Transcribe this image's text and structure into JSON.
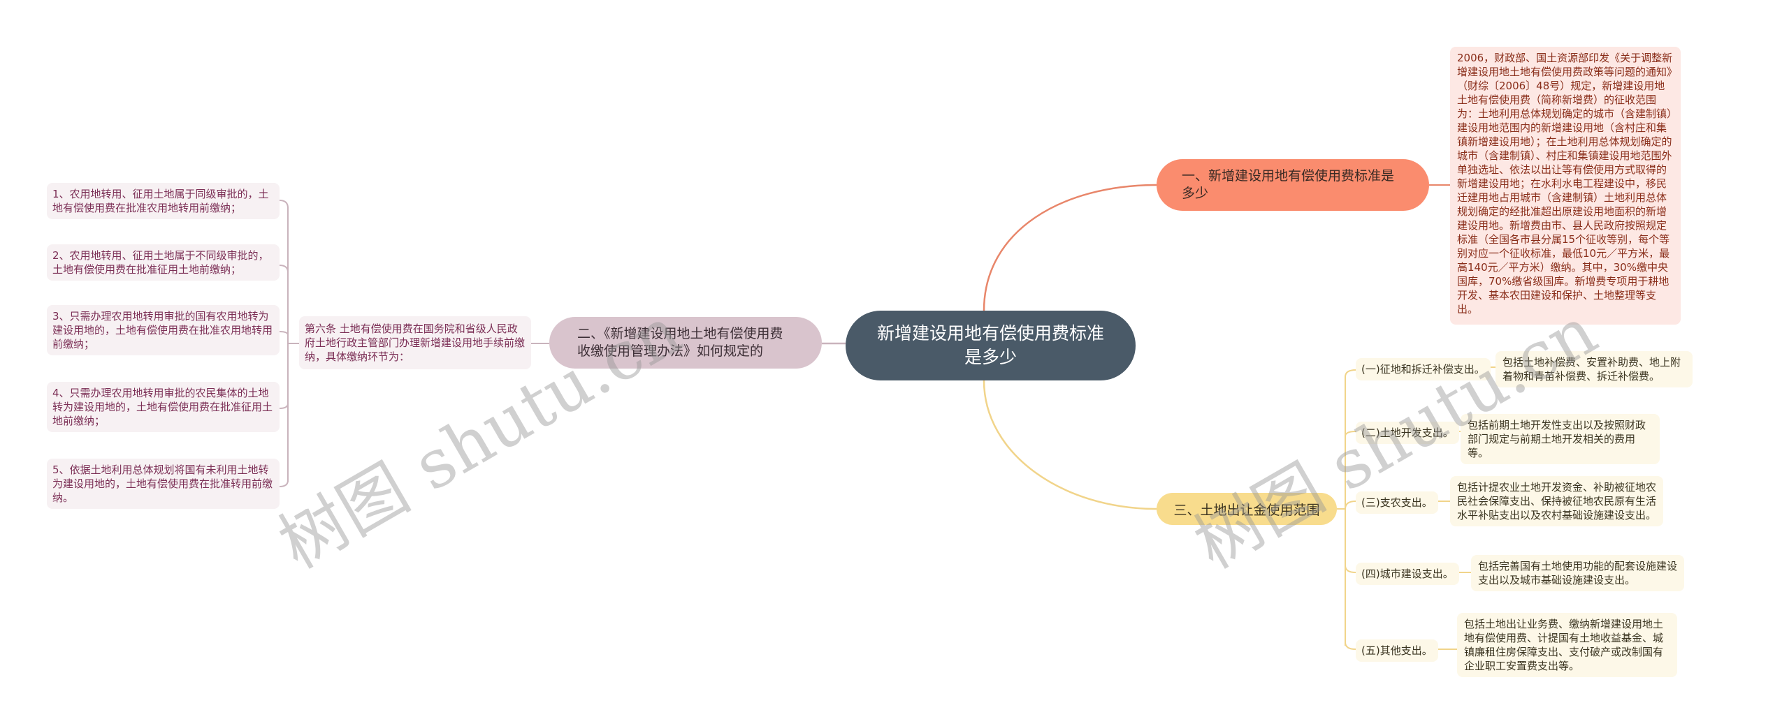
{
  "root": {
    "title": "新增建设用地有偿使用费标准是多少"
  },
  "branches": {
    "b1": {
      "label": "一、新增建设用地有偿使用费标准是多少",
      "detail": "2006，财政部、国土资源部印发《关于调整新增建设用地土地有偿使用费政策等问题的通知》（财综〔2006〕48号）规定，新增建设用地土地有偿使用费（简称新增费）的征收范围为：土地利用总体规划确定的城市（含建制镇）建设用地范围内的新增建设用地（含村庄和集镇新增建设用地）；在土地利用总体规划确定的城市（含建制镇）、村庄和集镇建设用地范围外单独选址、依法以出让等有偿使用方式取得的新增建设用地；在水利水电工程建设中，移民迁建用地占用城市（含建制镇）土地利用总体规划确定的经批准超出原建设用地面积的新增建设用地。新增费由市、县人民政府按照规定标准（全国各市县分属15个征收等别，每个等别对应一个征收标准，最低10元／平方米，最高140元／平方米）缴纳。其中，30%缴中央国库，70%缴省级国库。新增费专项用于耕地开发、基本农田建设和保护、土地整理等支出。"
    },
    "b2": {
      "label": "二、《新增建设用地土地有偿使用费收缴使用管理办法》如何规定的",
      "article": "第六条 土地有偿使用费在国务院和省级人民政府土地行政主管部门办理新增建设用地手续前缴纳，具体缴纳环节为：",
      "items": [
        "1、农用地转用、征用土地属于同级审批的，土地有偿使用费在批准农用地转用前缴纳；",
        "2、农用地转用、征用土地属于不同级审批的，土地有偿使用费在批准征用土地前缴纳；",
        "3、只需办理农用地转用审批的国有农用地转为建设用地的，土地有偿使用费在批准农用地转用前缴纳；",
        "4、只需办理农用地转用审批的农民集体的土地转为建设用地的，土地有偿使用费在批准征用土地前缴纳；",
        "5、依据土地利用总体规划将国有未利用土地转为建设用地的，土地有偿使用费在批准转用前缴纳。"
      ]
    },
    "b3": {
      "label": "三、土地出让金使用范围",
      "items": [
        {
          "label": "(一)征地和拆迁补偿支出。",
          "desc": "包括土地补偿费、安置补助费、地上附着物和青苗补偿费、拆迁补偿费。"
        },
        {
          "label": "(二)土地开发支出。",
          "desc": "包括前期土地开发性支出以及按照财政部门规定与前期土地开发相关的费用等。"
        },
        {
          "label": "(三)支农支出。",
          "desc": "包括计提农业土地开发资金、补助被征地农民社会保障支出、保持被征地农民原有生活水平补贴支出以及农村基础设施建设支出。"
        },
        {
          "label": "(四)城市建设支出。",
          "desc": "包括完善国有土地使用功能的配套设施建设支出以及城市基础设施建设支出。"
        },
        {
          "label": "(五)其他支出。",
          "desc": "包括土地出让业务费、缴纳新增建设用地土地有偿使用费、计提国有土地收益基金、城镇廉租住房保障支出、支付破产或改制国有企业职工安置费支出等。"
        }
      ]
    }
  },
  "watermark": {
    "text": "树图 shutu.cn"
  },
  "colors": {
    "root": "#4a5a68",
    "branch1": "#fa8c6e",
    "branch2": "#d9c4cd",
    "branch3": "#f8dc8d",
    "line1": "#e8866a",
    "line2": "#c9b3bc",
    "line3": "#f1d48a"
  }
}
